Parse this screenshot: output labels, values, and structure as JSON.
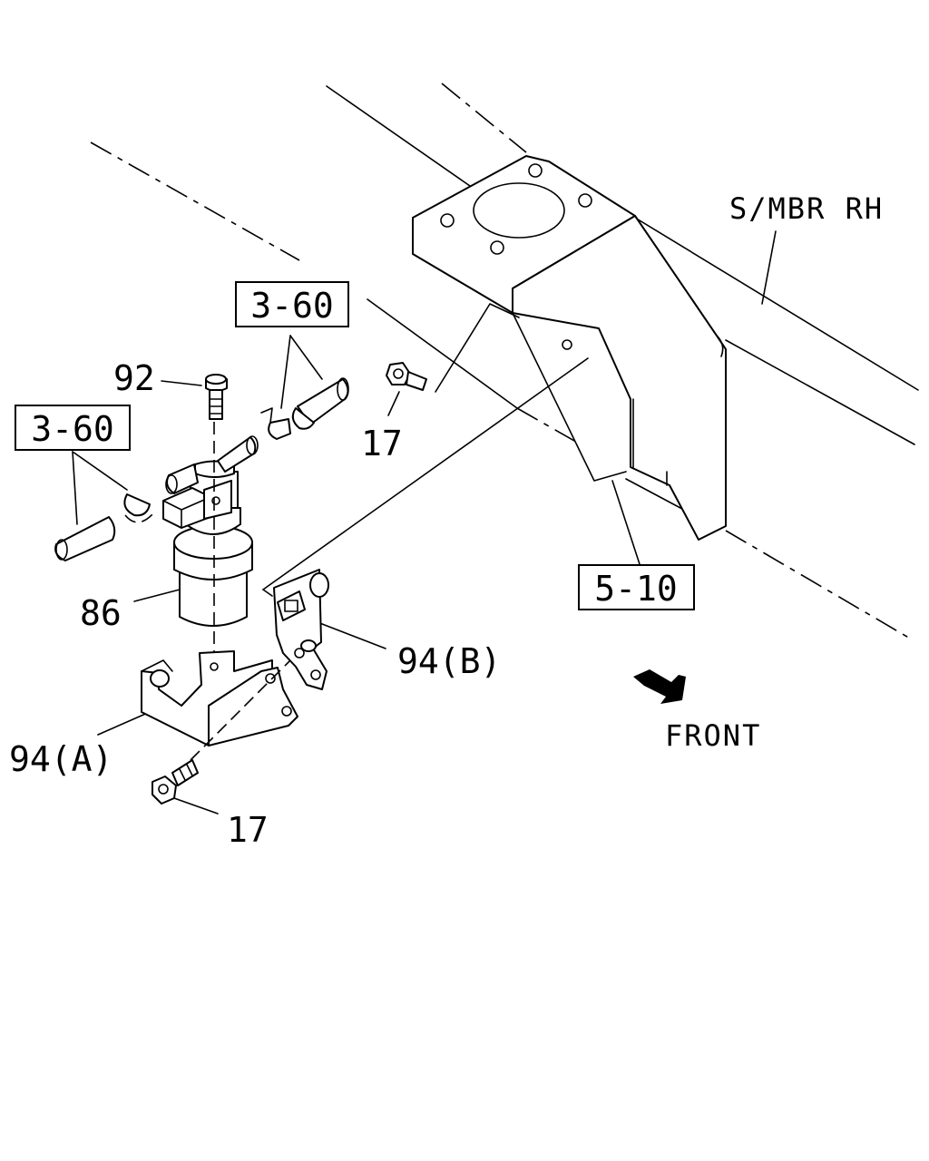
{
  "labels": {
    "ref_3_60_top": "3-60",
    "ref_3_60_left": "3-60",
    "ref_5_10": "5-10",
    "s_mbr_rh": "S/MBR RH",
    "part_92": "92",
    "part_17_top": "17",
    "part_17_bottom": "17",
    "part_86": "86",
    "part_94a": "94(A)",
    "part_94b": "94(B)",
    "front": "FRONT"
  },
  "icons": {
    "front_arrow": "front-direction-arrow-icon"
  }
}
